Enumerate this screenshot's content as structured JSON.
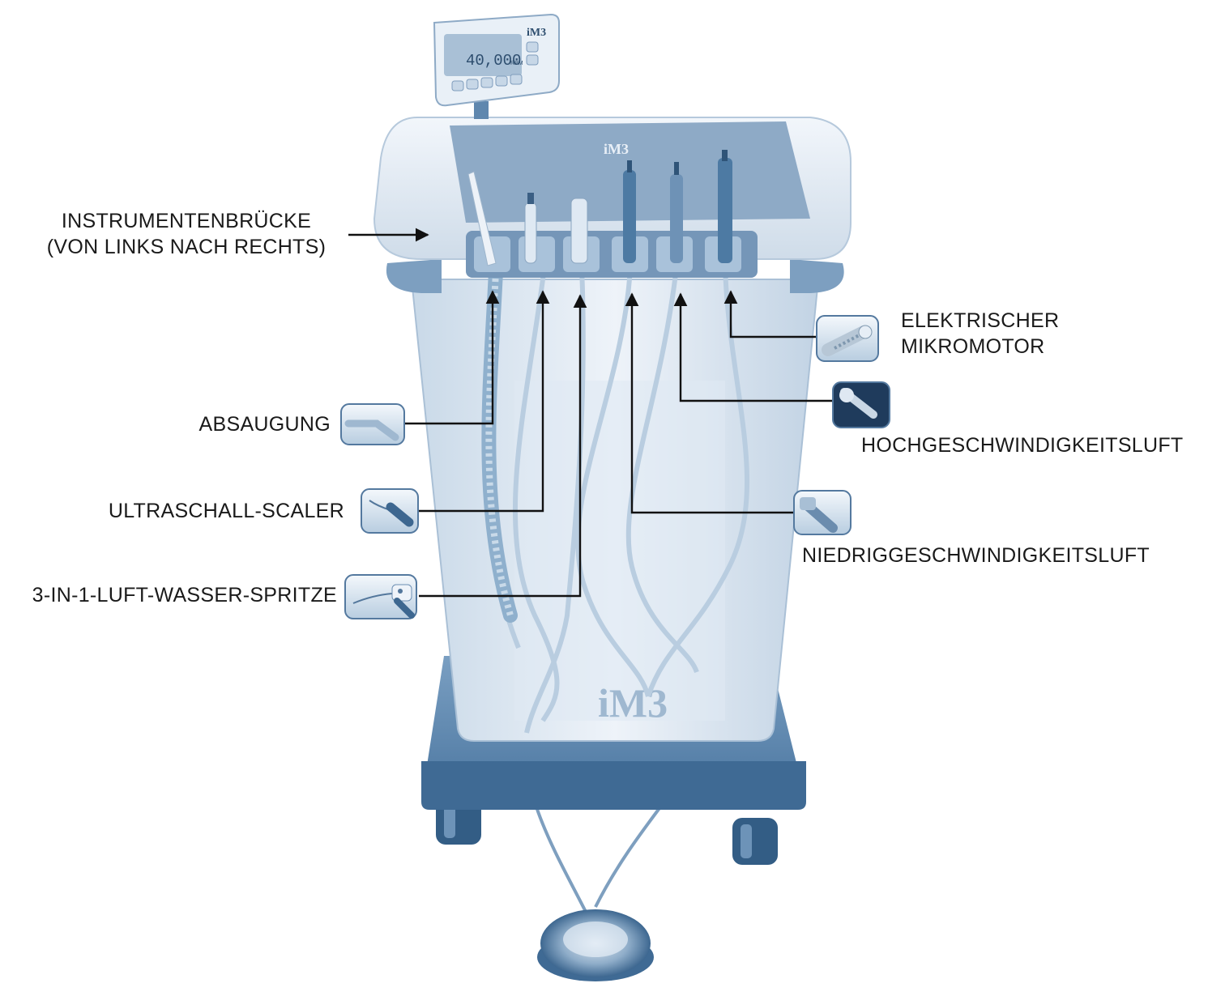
{
  "colors": {
    "unit_blue": "#4d7ba4",
    "unit_light": "#e6eef6",
    "unit_mid": "#9ab6cf",
    "line": "#111111",
    "background": "#ffffff"
  },
  "display": {
    "brand": "iM3",
    "readout": "40,000",
    "readout_unit": "RPM"
  },
  "cart": {
    "brand_top": "iM3",
    "brand_front": "iM3"
  },
  "labels": {
    "bridge_line1": "INSTRUMENTENBRÜCKE",
    "bridge_line2": "(VON LINKS NACH RECHTS)",
    "suction": "ABSAUGUNG",
    "scaler": "ULTRASCHALL-SCALER",
    "syringe": "3-IN-1-LUFT-WASSER-SPRITZE",
    "micromotor_line1": "ELEKTRISCHER",
    "micromotor_line2": "MIKROMOTOR",
    "highspeed": "HOCHGESCHWINDIGKEITSLUFT",
    "lowspeed": "NIEDRIGGESCHWINDIGKEITSLUFT"
  },
  "icons": {
    "suction": "suction-tip-icon",
    "scaler": "ultrasonic-scaler-icon",
    "syringe": "air-water-syringe-icon",
    "micromotor": "micromotor-icon",
    "highspeed": "highspeed-handpiece-icon",
    "lowspeed": "lowspeed-handpiece-icon"
  }
}
